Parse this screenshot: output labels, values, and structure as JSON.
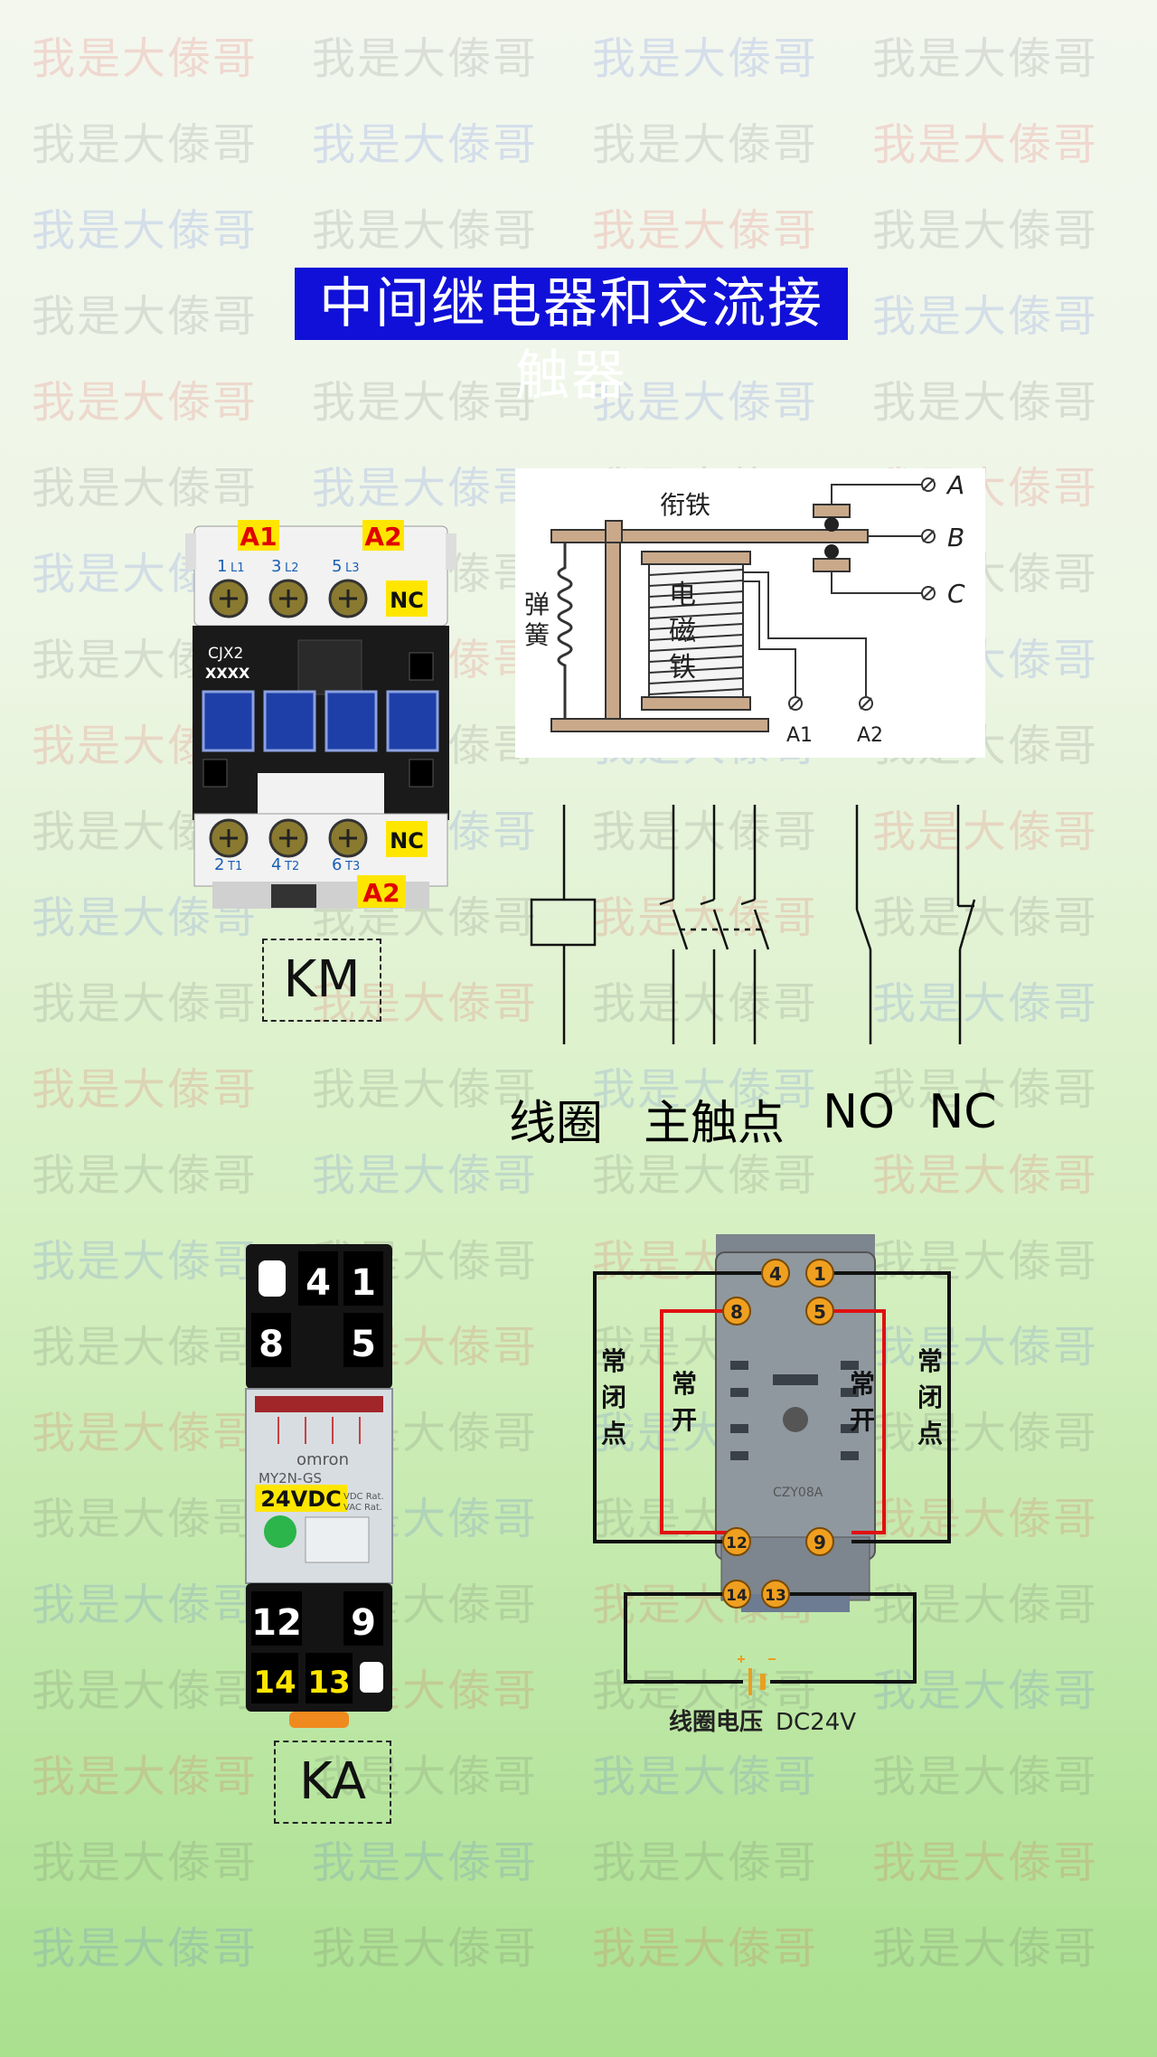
{
  "watermark": "我是大傣哥",
  "title": "中间继电器和交流接触器",
  "contactor": {
    "terminal_a1": "A1",
    "terminal_a2": "A2",
    "terminal_a2_bottom": "A2",
    "nc_top": "NC",
    "nc_bottom": "NC",
    "model": "CJX2",
    "model_sub": "XXXX",
    "top_terminals": [
      "1",
      "L1",
      "3",
      "L2",
      "5",
      "L3"
    ],
    "bottom_terminals": [
      "2",
      "T1",
      "4",
      "T2",
      "6",
      "T3"
    ],
    "symbol_box": "KM"
  },
  "relay_diagram": {
    "armature": "衔铁",
    "spring_chars": [
      "弹",
      "簧"
    ],
    "magnet_chars": [
      "电",
      "磁",
      "铁"
    ],
    "terminal_a": "A",
    "terminal_b": "B",
    "terminal_c": "C",
    "coil_a1": "A1",
    "coil_a2": "A2"
  },
  "symbols": {
    "labels": [
      "线圈",
      "主触点",
      "NO",
      "NC"
    ]
  },
  "relay": {
    "pins_top": [
      "4",
      "1",
      "8",
      "5"
    ],
    "pins_bottom": [
      "12",
      "9",
      "14",
      "13"
    ],
    "brand": "omron",
    "model": "MY2N-GS",
    "voltage": "24VDC",
    "rating_1": "VDC Rat.",
    "rating_2": "VAC Rat.",
    "symbol_box": "KA"
  },
  "socket": {
    "pins": [
      "4",
      "1",
      "8",
      "5",
      "12",
      "9",
      "14",
      "13"
    ],
    "nc_left": [
      "常",
      "闭",
      "点"
    ],
    "no_left": [
      "常",
      "开"
    ],
    "no_right": [
      "常",
      "开"
    ],
    "nc_right": [
      "常",
      "闭",
      "点"
    ],
    "coil_label": "线圈电压",
    "coil_voltage": "DC24V",
    "model": "CZY08A"
  },
  "colors": {
    "title_bg": "#1010d8",
    "label_yellow": "#ffe600",
    "nc_wire": "#111111",
    "no_wire": "#e01010",
    "socket_pin": "#f0a020"
  }
}
